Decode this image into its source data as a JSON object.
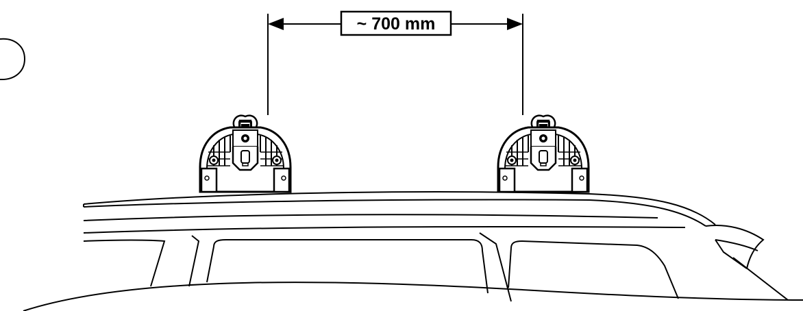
{
  "diagram": {
    "distance_label": "~ 700 mm",
    "line_color": "#000000",
    "background_color": "#ffffff",
    "components": {
      "foot_left": "roof-rack-foot",
      "foot_right": "roof-rack-foot",
      "vehicle": "car-roof-with-rails"
    }
  }
}
